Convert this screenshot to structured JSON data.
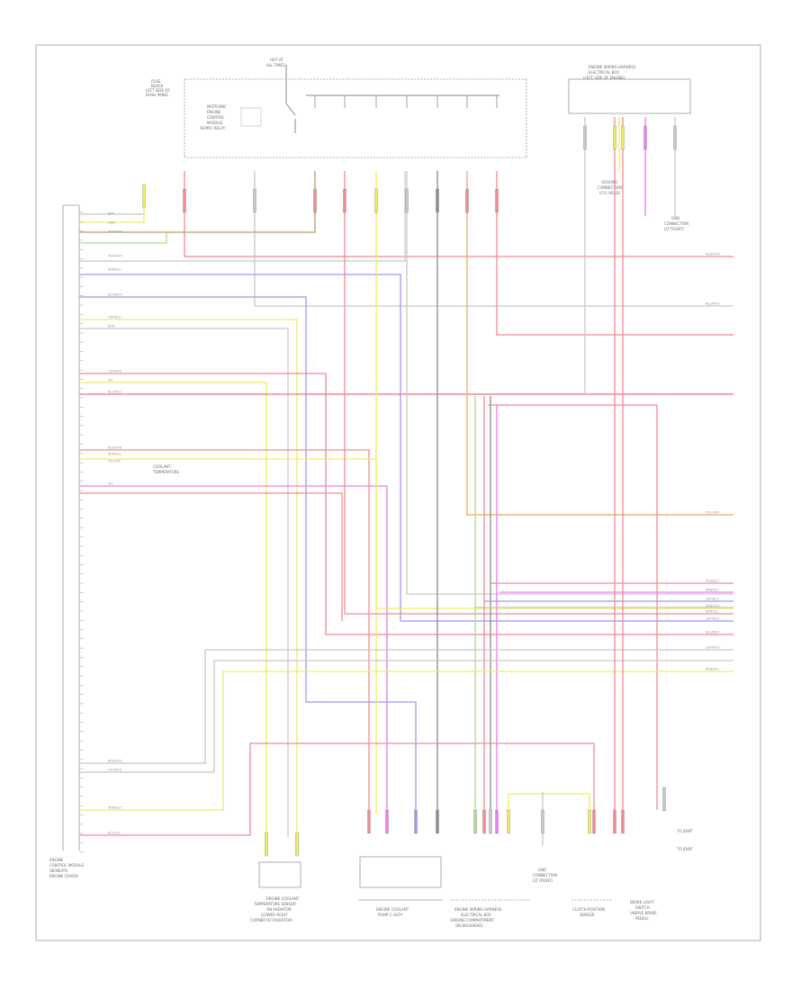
{
  "diagram": {
    "page_id": "",
    "ecm_label": [
      "ENGINE",
      "CONTROL MODULE",
      "(BENEATH",
      "ENGINE COVER)"
    ],
    "fuse_label": [
      "FUSE",
      "BLOCK",
      "LEFT SIDE OF",
      "DASH PANEL"
    ],
    "hot_label": [
      "HOT AT",
      "ALL TIMES"
    ],
    "relay_label": [
      "MOTRONIC",
      "ENGINE",
      "CONTROL",
      "MODULE",
      "SUPPLY RELAY"
    ],
    "top_right_label": [
      "ENGINE WIRING HARNESS",
      "ELECTRICAL BOX",
      "(LEFT SIDE OF ENGINE)"
    ],
    "ground_top_right": [
      "GROUND",
      "CONNECTION",
      "(CYL HEAD)"
    ],
    "ground_top_right_b": [
      "GND",
      "CONNECTION",
      "(LT FRONT)"
    ],
    "coolant_label": [
      "COOLANT",
      "TEMPERATURE"
    ],
    "comp1_label": [
      "ENGINE COOLANT",
      "TEMPERATURE SENSOR",
      "ON RADIATOR",
      "(LOWER RIGHT",
      "CORNER OF RADIATOR)"
    ],
    "comp2_label": [
      "ENGINE COOLANT",
      "PUMP 2 (ACP)"
    ],
    "comp3_label": [
      "ENGINE WIRING HARNESS",
      "ELECTRICAL BOX",
      "(ENGINE COMPARTMENT",
      "ON BULKHEAD)"
    ],
    "ground_bottom_label": [
      "GND",
      "CONNECTION",
      "(LT FRONT)"
    ],
    "comp4_label": [
      "CLUTCH POSITION",
      "SENSOR"
    ],
    "comp5_label": [
      "BRAKE LIGHT",
      "SWITCH",
      "(ABOVE BRAKE",
      "PEDAL)"
    ],
    "to_label_1": "TO JOINT",
    "to_label_2": "TO JOINT",
    "right_wire_labels": [
      "RED/WHT",
      "BLU/WHT",
      "YEL/GRN",
      "RED/BLU",
      "BRN/BLU",
      "GRY/BLU",
      "BRN/RED",
      "BRN/YEL",
      "GRY/RED",
      "BLK/WHT",
      "GRY/WHT",
      "BRN/BLU"
    ],
    "left_wire_labels": [
      "BRN",
      "GRN",
      "RED/WHT",
      "RED/WHT",
      "BRN/BLU",
      "BLU/WHT",
      "GRY/BLU",
      "BRN",
      "GRY/RED",
      "YEL",
      "BLU/RED",
      "BLK/GRN",
      "BRN/BLU",
      "YEL/GRY",
      "VIO",
      "BRN/RED",
      "GRY/RED",
      "BRN/BLU",
      "BLK/YEL"
    ],
    "colors": {
      "red": "#f28b94",
      "red_dark": "#e07880",
      "yellow": "#f2ec60",
      "blue": "#9a9af2",
      "magenta": "#f27af2",
      "orange": "#f2a860",
      "green": "#a8e08a",
      "grey": "#c8c8c8",
      "dark_grey": "#8a8a8a",
      "brown": "#b8a060",
      "border": "#9a9a9a"
    }
  }
}
